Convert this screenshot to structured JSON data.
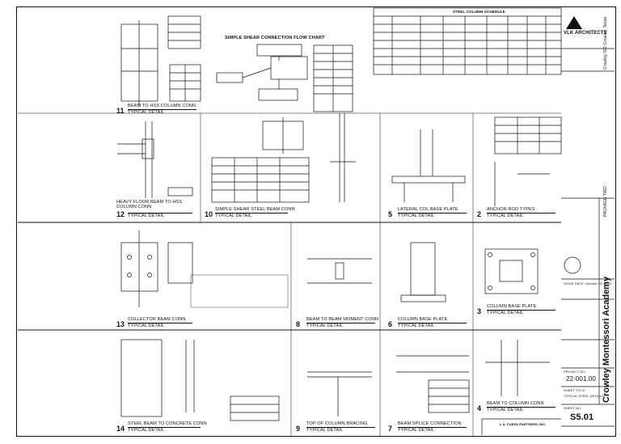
{
  "details": {
    "d11": {
      "num": "11",
      "title": "BEAM TO HSS COLUMN CONN",
      "sub": "TYPICAL DETAIL"
    },
    "d12": {
      "num": "12",
      "title": "HEAVY FLOOR BEAM TO HSS COLUMN CONN",
      "sub": "TYPICAL DETAIL"
    },
    "d10": {
      "num": "10",
      "title": "SIMPLE SHEAR STEEL BEAM CONN",
      "sub": "TYPICAL DETAIL"
    },
    "d5": {
      "num": "5",
      "title": "LATERAL COL BASE PLATE",
      "sub": "TYPICAL DETAIL"
    },
    "d2": {
      "num": "2",
      "title": "ANCHOR ROD TYPES",
      "sub": "TYPICAL DETAIL"
    },
    "d13": {
      "num": "13",
      "title": "COLLECTOR BEAM CONN",
      "sub": "TYPICAL DETAIL"
    },
    "d8": {
      "num": "8",
      "title": "BEAM TO BEAM MOMENT CONN",
      "sub": "TYPICAL DETAIL"
    },
    "d6": {
      "num": "6",
      "title": "COLUMN BASE PLATE",
      "sub": "TYPICAL DETAIL"
    },
    "d3": {
      "num": "3",
      "title": "COLUMN BASE PLATE",
      "sub": "TYPICAL DETAIL"
    },
    "d14": {
      "num": "14",
      "title": "STEEL BEAM TO CONCRETE CONN",
      "sub": "TYPICAL DETAIL"
    },
    "d9": {
      "num": "9",
      "title": "TOP OF COLUMN BRACING",
      "sub": "TYPICAL DETAIL"
    },
    "d7": {
      "num": "7",
      "title": "BEAM SPLICE CONNECTION",
      "sub": "TYPICAL DETAIL"
    },
    "d4": {
      "num": "4",
      "title": "BEAM TO COLUMN CONN",
      "sub": "TYPICAL DETAIL"
    }
  },
  "flowchart": {
    "title": "SIMPLE SHEAR CONNECTION FLOW CHART"
  },
  "schedule": {
    "title": "STEEL COLUMN SCHEDULE"
  },
  "titleblock": {
    "firm": "VLK ARCHITECTS",
    "project": "Crowley Montessori Academy",
    "location": "Crowley ISD Crowley, Texas",
    "package": "PACKAGE TWO",
    "issue_date": "ISSUE DATE: October 16, 2024",
    "project_no_label": "PROJECT NO.",
    "project_no": "22-001.00",
    "sheet_title_label": "SHEET TITLE",
    "sheet_title": "TYPICAL STEEL DETAILS",
    "sheet_no_label": "SHEET NO.",
    "sheet_no": "S5.01",
    "engineer": "L.A. FUESS PARTNERS, INC."
  }
}
